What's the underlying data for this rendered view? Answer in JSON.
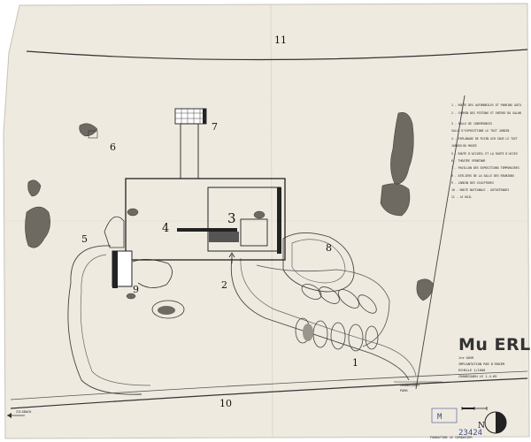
{
  "plan": {
    "zone_labels": [
      "1",
      "2",
      "3",
      "4",
      "5",
      "6",
      "7",
      "8",
      "9",
      "10",
      "11"
    ],
    "legend": [
      "1 - ROUTE DES AUTOMOBILES ET PARKING AUTO",
      "2 - CHEMIN DES PIETONS ET ENTREE DU SALON",
      "3 - SALLE DE CONFERENCES",
      "   SALLE D'EXPOSITIONS    LE TOIT JARDIN",
      "4 - ESPLANADE DE PLEIN AIR SOUS LE TOIT",
      "   JARDIN DU MUSEE",
      "5 - ROUTE D'ACCUEIL ET LA ROUTE D'ACCES",
      "6 - THEATRE SPONTANE",
      "7 - PAVILLON DES EXPOSITIONS TEMPORAIRES",
      "8 - ATELIERS DE LA SALLE DES REUNIONS",
      "9 - JARDIN DES SCULPTURES",
      "10 - ROUTE NATIONALE - AUTOSTRADES",
      "11 - LE RAIL"
    ],
    "title": "Mu ERL",
    "subtitle_lines": [
      "1re OUVR",
      "IMPLANTATION PAR D'ENSEM",
      "ECHELLE 1/1000",
      "CHANDIGARH LE 1.4.65"
    ],
    "road_labels": [
      "CHANDIGARH",
      "PARK"
    ],
    "left_arrow_label": "ZILSBACH",
    "stamp_number": "23424",
    "stamp_letters": "M",
    "foundation_text": "FONDATION LE CORBUSIER",
    "north_letter": "N"
  }
}
